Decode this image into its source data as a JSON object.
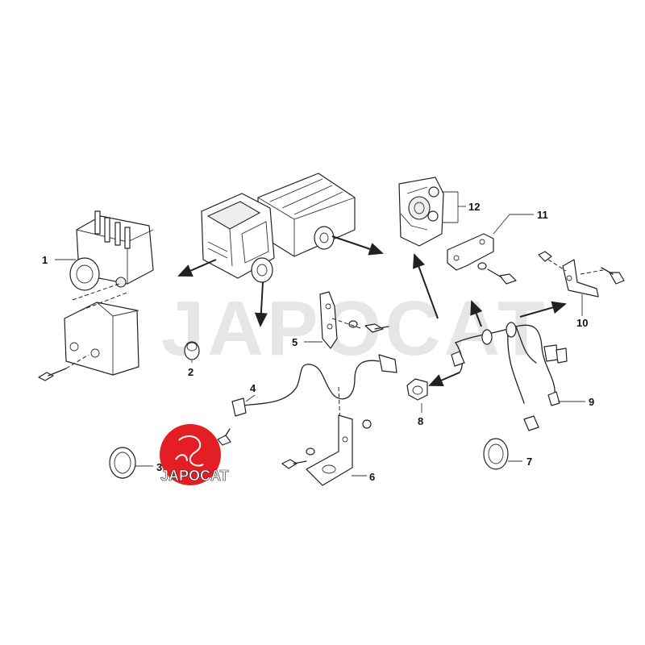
{
  "watermark": "JAPOCAT",
  "logo": {
    "text": "JAPOCAT",
    "color": "#e31e24"
  },
  "callouts": [
    "1",
    "2",
    "3",
    "4",
    "5",
    "6",
    "7",
    "8",
    "9",
    "10",
    "11",
    "12"
  ]
}
